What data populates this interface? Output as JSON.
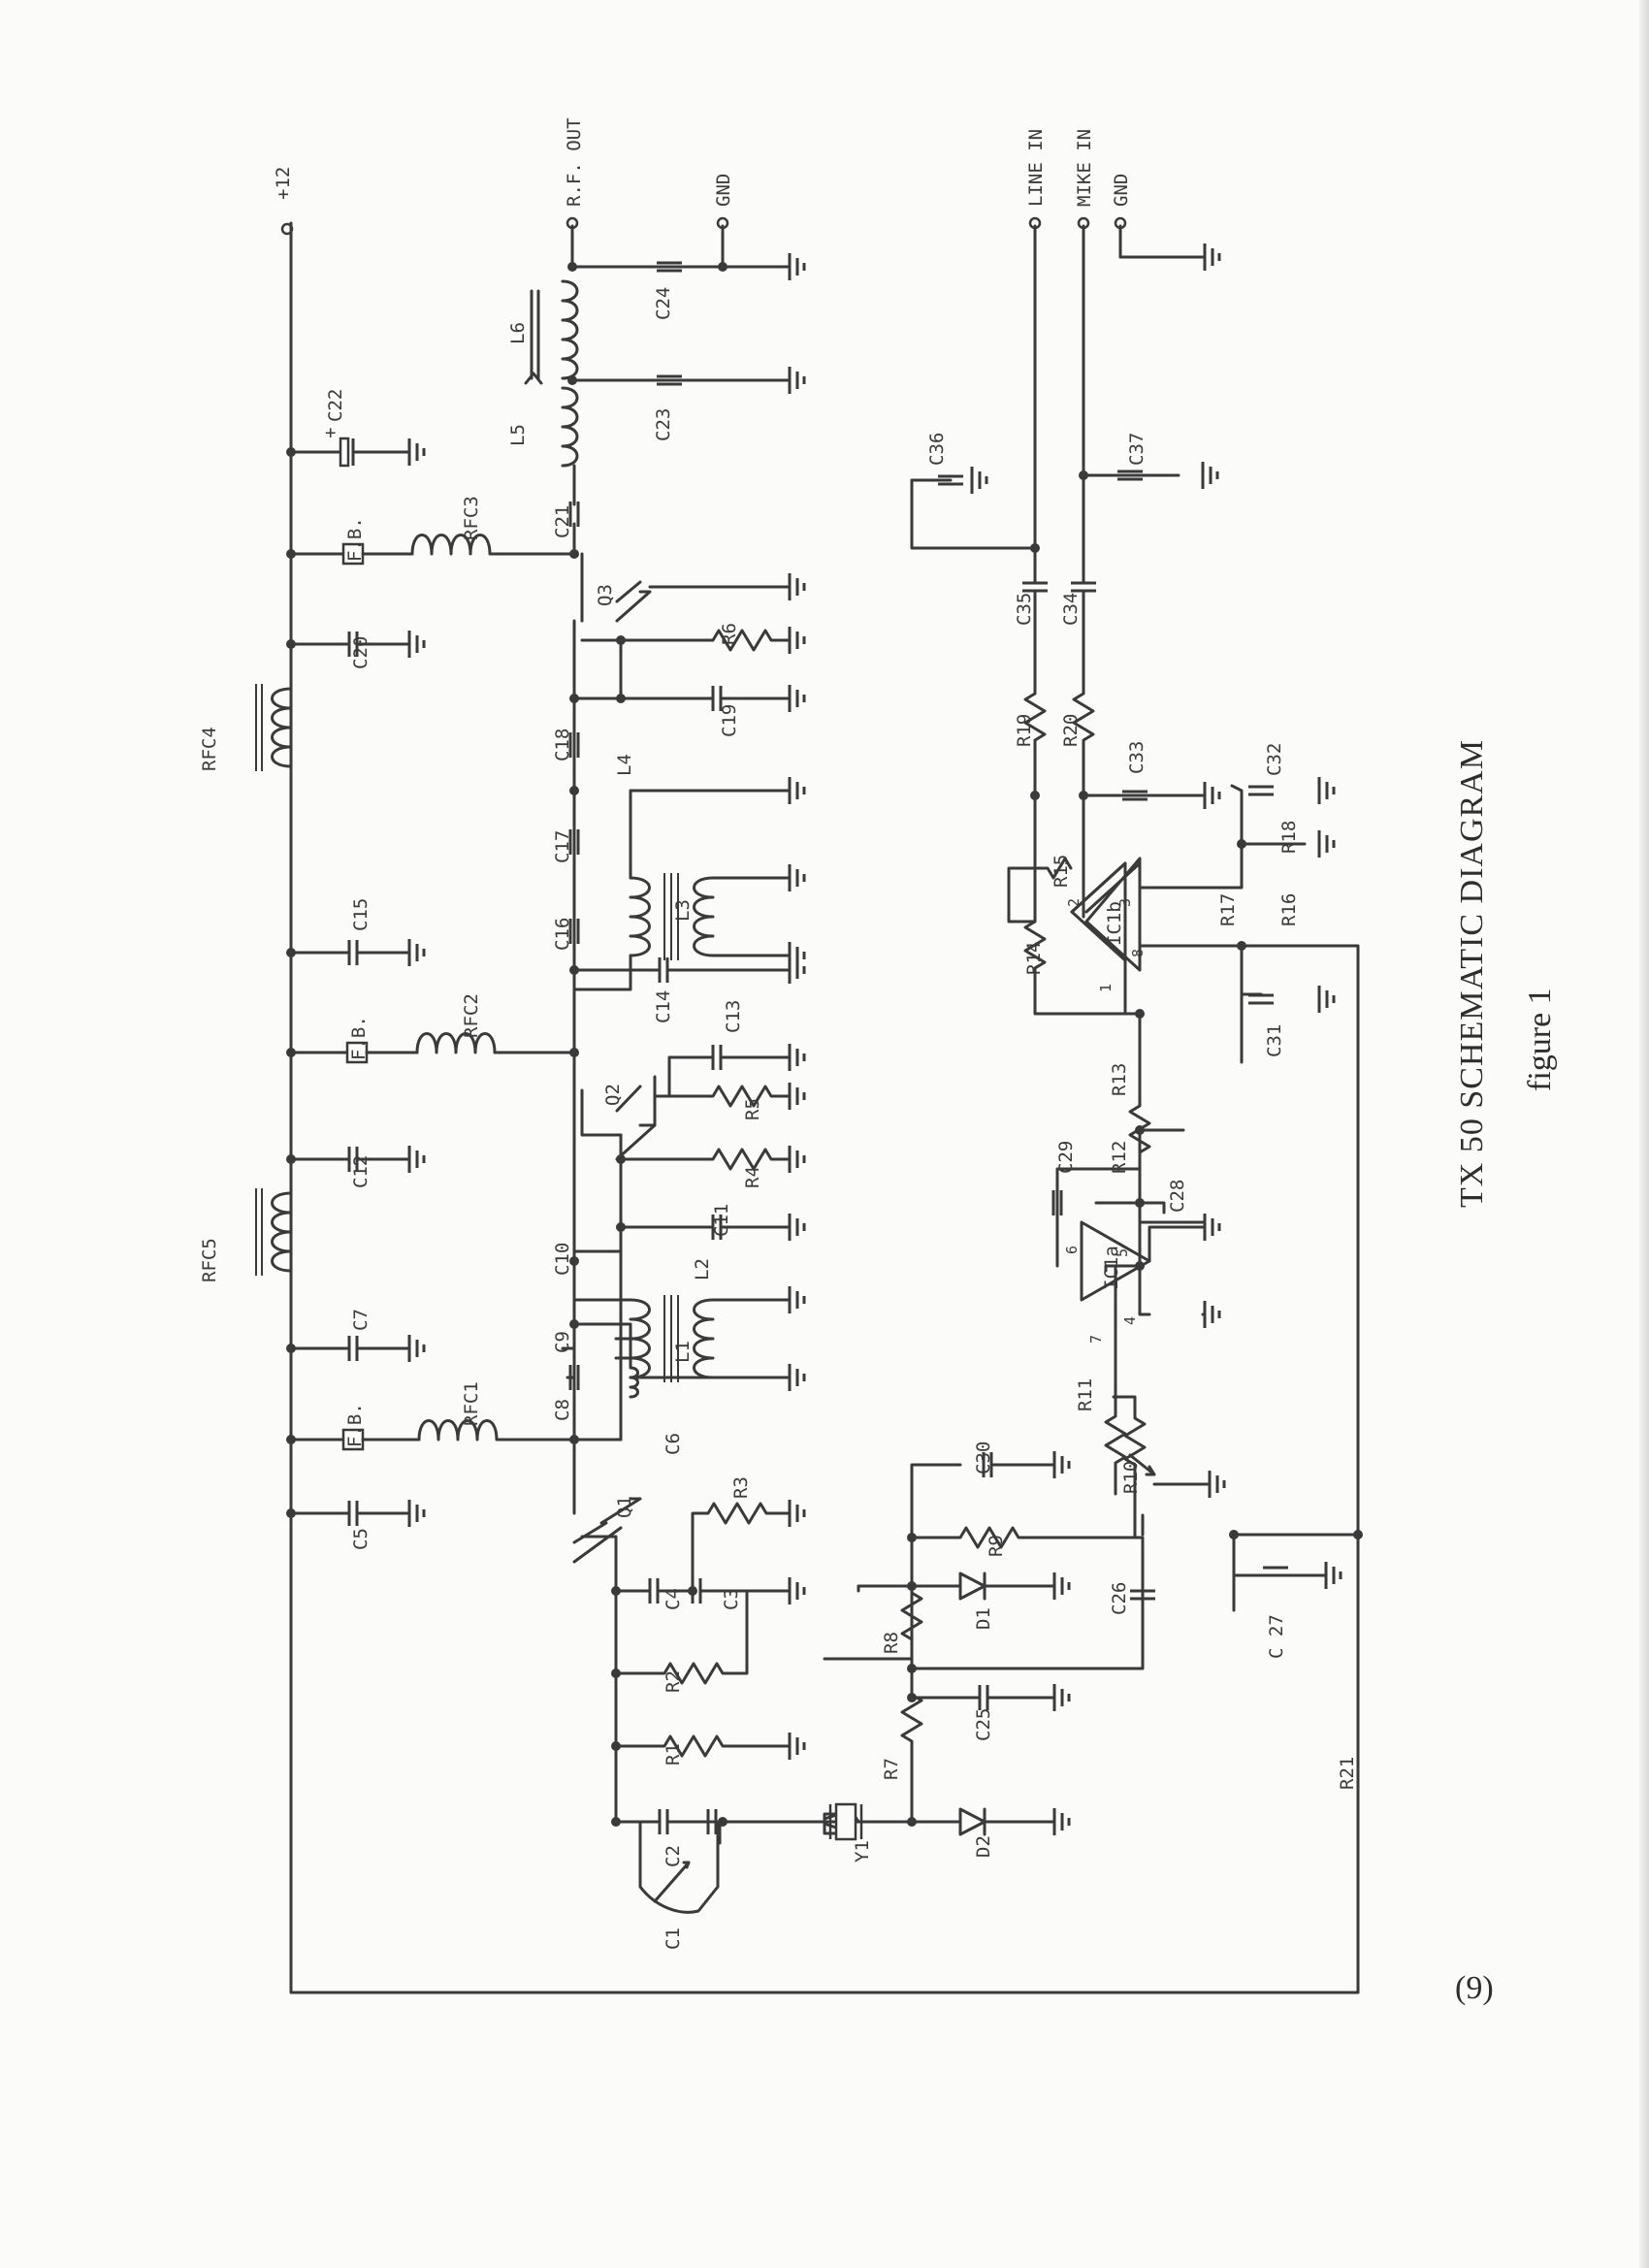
{
  "title": "TX 50 SCHEMATIC DIAGRAM",
  "subtitle": "figure 1",
  "page_number": "(9)",
  "terminals": {
    "supply": "+12",
    "rf_out": "R.F. OUT",
    "gnd_rf": "GND",
    "line_in": "LINE IN",
    "mike_in": "MIKE IN",
    "gnd_audio": "GND"
  },
  "ferrite_bead": "F.B.",
  "refs": {
    "RFC1": "RFC1",
    "RFC2": "RFC2",
    "RFC3": "RFC3",
    "RFC4": "RFC4",
    "RFC5": "RFC5",
    "Q1": "Q1",
    "Q2": "Q2",
    "Q3": "Q3",
    "Y1": "Y1",
    "D1": "D1",
    "D2": "D2",
    "L1": "L1",
    "L2": "L2",
    "L3": "L3",
    "L4": "L4",
    "L5": "L5",
    "L6": "L6",
    "C1": "C1",
    "C2": "C2",
    "C3": "C3",
    "C4": "C4",
    "C5": "C5",
    "C6": "C6",
    "C7": "C7",
    "C8": "C8",
    "C9": "C9",
    "C10": "C10",
    "C11": "C11",
    "C12": "C12",
    "C13": "C13",
    "C14": "C14",
    "C15": "C15",
    "C16": "C16",
    "C17": "C17",
    "C18": "C18",
    "C19": "C19",
    "C20": "C20",
    "C21": "C21",
    "C22": "C22",
    "C23": "C23",
    "C24": "C24",
    "C25": "C25",
    "C26": "C26",
    "C27": "C 27",
    "C28": "C28",
    "C29": "C29",
    "C30": "C30",
    "C31": "C31",
    "C32": "C32",
    "C33": "C33",
    "C34": "C34",
    "C35": "C35",
    "C36": "C36",
    "C37": "C37",
    "R1": "R1",
    "R2": "R2",
    "R3": "R3",
    "R4": "R4",
    "R5": "R5",
    "R6": "R6",
    "R7": "R7",
    "R8": "R8",
    "R9": "R9",
    "R10": "R10",
    "R11": "R11",
    "R12": "R12",
    "R13": "R13",
    "R14": "R14",
    "R15": "R15",
    "R16": "R16",
    "R17": "R17",
    "R18": "R18",
    "R19": "R19",
    "R20": "R20",
    "R21": "R21",
    "IC1a": "IC1a",
    "IC1b": "IC1b"
  },
  "ic_pins": {
    "a_in": "7",
    "a_out": "6",
    "a_fb": "5",
    "a_gnd": "4",
    "b_in_inv": "2",
    "b_in": "3",
    "b_out": "1",
    "b_vcc": "8"
  }
}
